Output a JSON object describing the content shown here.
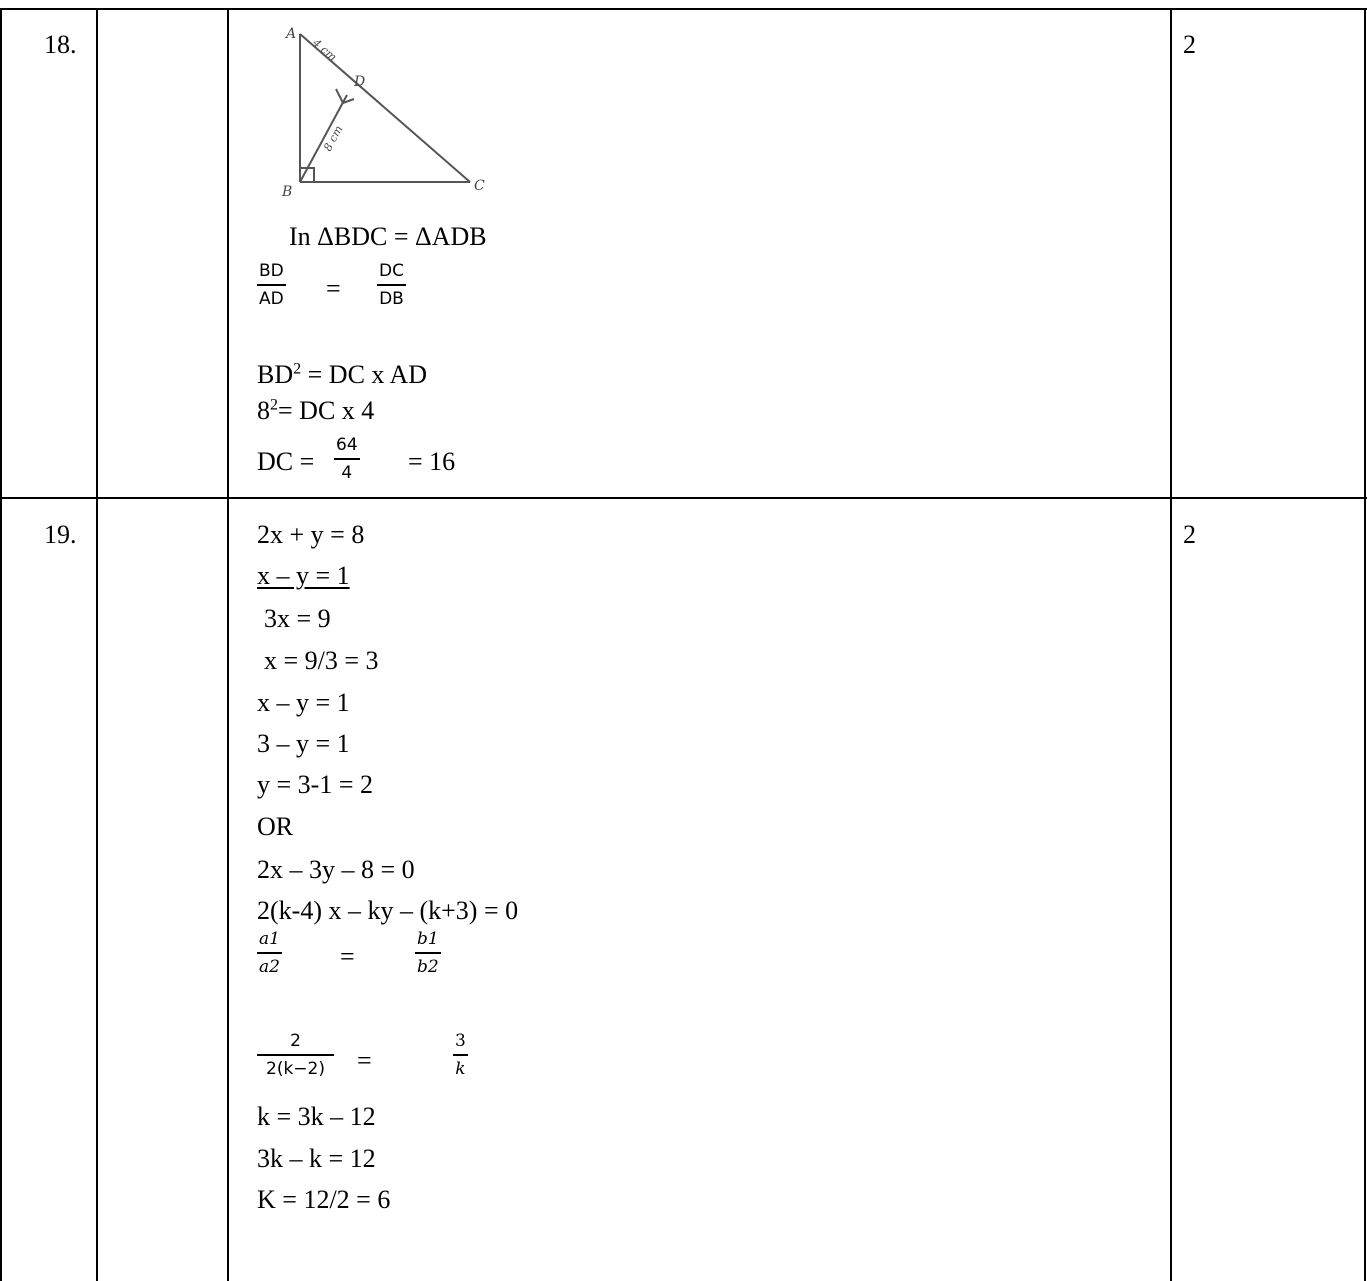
{
  "rows": [
    {
      "number": "18.",
      "marks": "2",
      "figure_labels": {
        "a": "A",
        "b": "B",
        "c": "C",
        "d": "D",
        "ad": "4 cm",
        "bd": "8 cm"
      },
      "lines": {
        "similar": "In  ΔBDC = ΔADB",
        "frac1_num": "BD",
        "frac1_den": "AD",
        "frac2_num": "DC",
        "frac2_den": "DB",
        "eq": "=",
        "line3_pre": "BD",
        "line3_sup": "2",
        "line3_post": " = DC x AD",
        "line4_pre": "8",
        "line4_sup": "2",
        "line4_post": "= DC x 4",
        "line5_pre": "DC =",
        "frac3_num": "64",
        "frac3_den": "4",
        "line5_post": "= 16"
      }
    },
    {
      "number": "19.",
      "marks": "2",
      "lines": {
        "l1": "2x + y = 8",
        "l2": " x – y = 1",
        "l3": "3x = 9",
        "l4": "x = 9/3 = 3",
        "l5": "x – y = 1",
        "l6": "3 – y = 1",
        "l7": "y = 3-1 = 2",
        "l8": "OR",
        "l9": "2x – 3y – 8 = 0",
        "l10": "2(k-4) x – ky – (k+3) = 0",
        "frac4_num": "a1",
        "frac4_den": "a2",
        "frac5_num": "b1",
        "frac5_den": "b2",
        "frac6_num": "2",
        "frac6_den": "2(k−2)",
        "frac7_num": "3",
        "frac7_den": "k",
        "eq": "=",
        "l11": "k = 3k – 12",
        "l12": "3k – k = 12",
        "l13": "K = 12/2 = 6"
      }
    }
  ]
}
